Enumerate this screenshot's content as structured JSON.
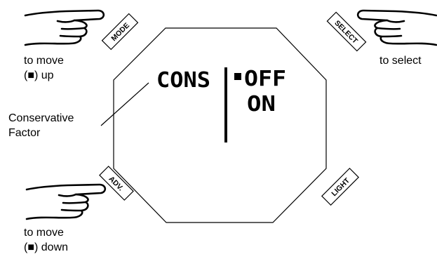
{
  "display": {
    "setting_name": "CONS",
    "options": [
      "OFF",
      "ON"
    ],
    "selected_option": "OFF",
    "marker_glyph": "■"
  },
  "buttons": {
    "mode": "MODE",
    "select": "SELECT",
    "adv": "ADV.",
    "light": "LIGHT"
  },
  "labels": {
    "mode_line1": "to move",
    "mode_line2": "(■) up",
    "select": "to select",
    "callout_line1": "Conservative",
    "callout_line2": "Factor",
    "adv_line1": "to move",
    "adv_line2": "(■) down"
  },
  "icons": [
    "hand-pointer-icon"
  ]
}
